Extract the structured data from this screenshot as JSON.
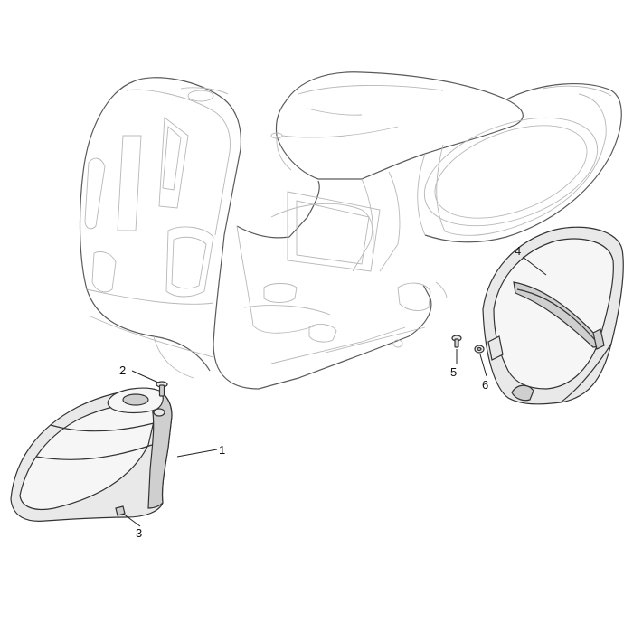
{
  "diagram": {
    "callouts": [
      {
        "id": "1",
        "label": "1",
        "part": "front-fender"
      },
      {
        "id": "2",
        "label": "2",
        "part": "front-fender-screw"
      },
      {
        "id": "3",
        "label": "3",
        "part": "front-fender-clip"
      },
      {
        "id": "4",
        "label": "4",
        "part": "rear-mudguard"
      },
      {
        "id": "5",
        "label": "5",
        "part": "mudguard-screw"
      },
      {
        "id": "6",
        "label": "6",
        "part": "mudguard-washer"
      }
    ]
  }
}
